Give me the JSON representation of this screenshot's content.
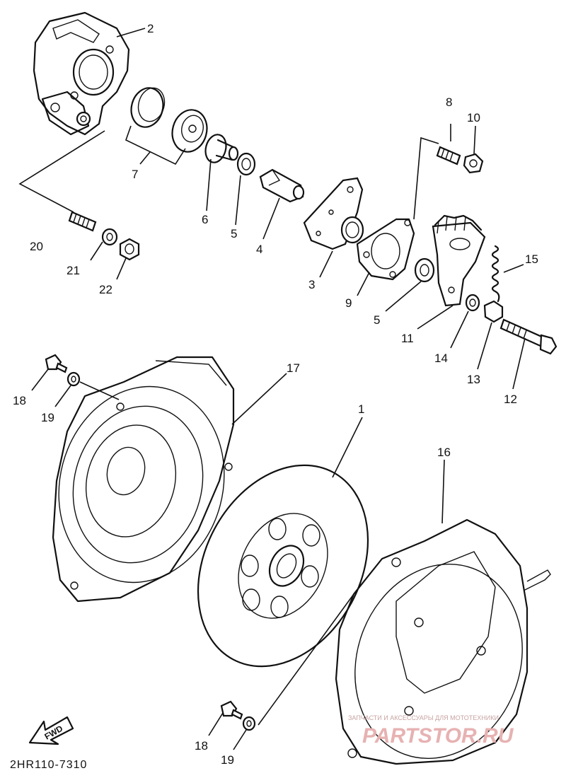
{
  "diagram": {
    "part_numbers": [
      "1",
      "2",
      "3",
      "4",
      "5",
      "6",
      "7",
      "8",
      "9",
      "10",
      "11",
      "12",
      "13",
      "14",
      "15",
      "16",
      "17",
      "18",
      "19",
      "20",
      "21",
      "22"
    ],
    "fwd_label": "FWD",
    "diagram_code": "2HR110-7310"
  },
  "watermark": {
    "tagline": "ЗАПЧАСТИ И АКСЕССУАРЫ ДЛЯ МОТОТЕХНИКИ",
    "brand": "PARTSTOR.RU"
  }
}
